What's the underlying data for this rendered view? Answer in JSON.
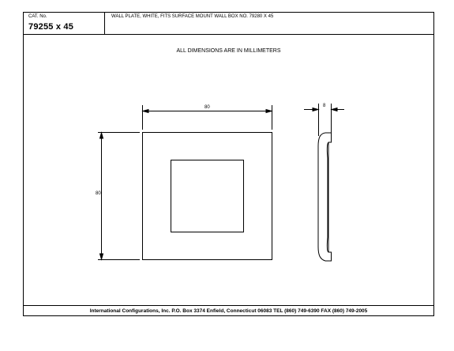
{
  "header": {
    "cat_label": "CAT. No.",
    "cat_number": "79255 x 45",
    "description": "WALL PLATE, WHITE, FITS SURFACE MOUNT WALL BOX NO. 79280 X 45"
  },
  "note": "ALL DIMENSIONS ARE IN MILLIMETERS",
  "dimensions": {
    "width": "80",
    "height": "80",
    "depth": "8"
  },
  "footer": "International Configurations, Inc.  P.O. Box 3374  Enfield, Connecticut 06083 TEL (860) 749-6390  FAX (860) 749-2005"
}
